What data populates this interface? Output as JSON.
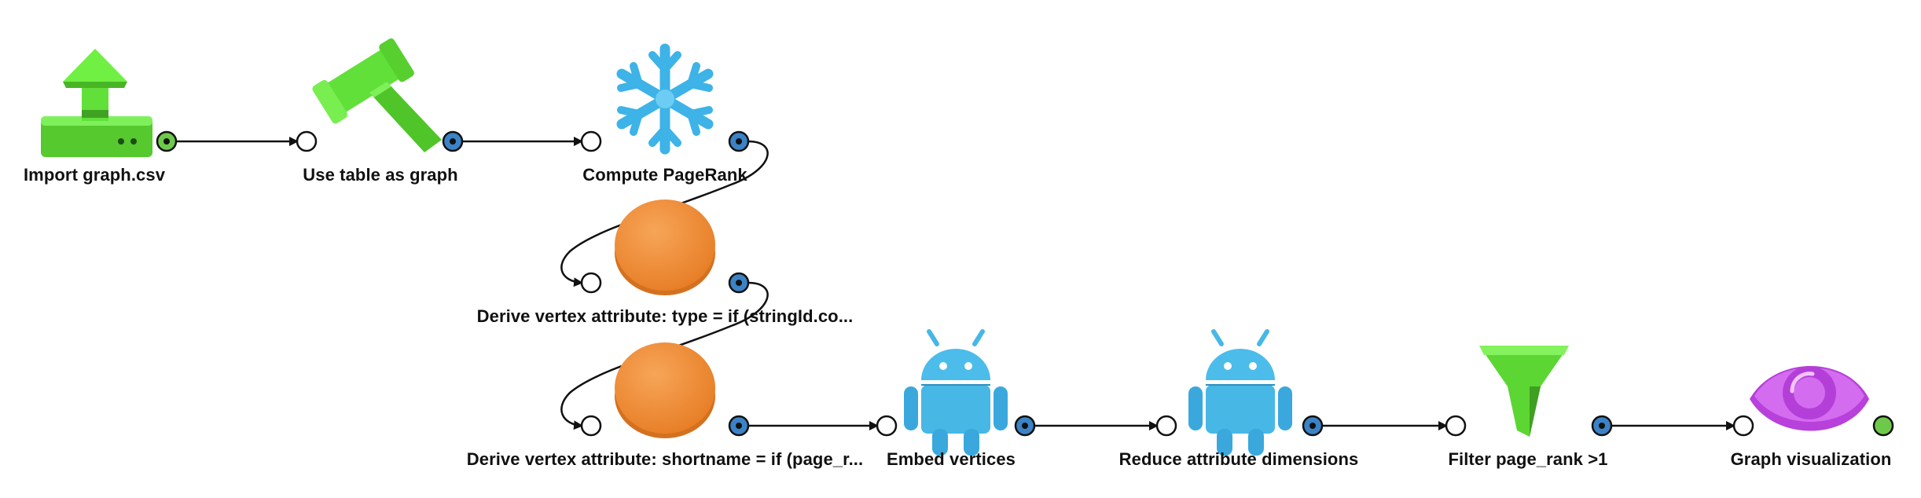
{
  "workspace": {
    "boxes": [
      {
        "id": "import",
        "label": "Import graph.csv",
        "icon": "upload-icon",
        "color": "#62e03a"
      },
      {
        "id": "use-table",
        "label": "Use table as graph",
        "icon": "gavel-icon",
        "color": "#62e03a"
      },
      {
        "id": "pagerank",
        "label": "Compute PageRank",
        "icon": "snowflake-icon",
        "color": "#3db3e8"
      },
      {
        "id": "derive-type",
        "label": "Derive vertex attribute: type = if (stringId.co...",
        "icon": "circle-icon",
        "color": "#ef8a35"
      },
      {
        "id": "derive-shortname",
        "label": "Derive vertex attribute: shortname = if (page_r...",
        "icon": "circle-icon",
        "color": "#ef8a35"
      },
      {
        "id": "embed",
        "label": "Embed vertices",
        "icon": "android-icon",
        "color": "#47b7e6"
      },
      {
        "id": "reduce",
        "label": "Reduce attribute dimensions",
        "icon": "android-icon",
        "color": "#47b7e6"
      },
      {
        "id": "filter",
        "label": "Filter page_rank >1",
        "icon": "funnel-icon",
        "color": "#62e03a"
      },
      {
        "id": "viz",
        "label": "Graph visualization",
        "icon": "eye-icon",
        "color": "#c94fe8"
      }
    ],
    "plug_colors": {
      "table": "#6ec94a",
      "graph": "#3b83c6",
      "input": "#ffffff"
    }
  }
}
